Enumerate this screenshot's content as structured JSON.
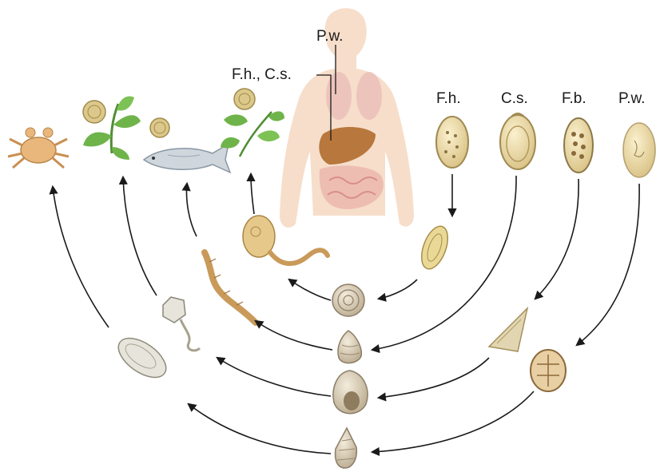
{
  "labels": {
    "human_top": "P.w.",
    "human_liver": "F.h., C.s.",
    "egg_fh": "F.h.",
    "egg_cs": "C.s.",
    "egg_fb": "F.b.",
    "egg_pw": "P.w."
  },
  "hosts": {
    "second_intermediate": [
      "crab-icon",
      "water-plant-icon",
      "fish-icon",
      "watercress-icon"
    ],
    "first_intermediate": [
      "planorbid-snail-icon",
      "slender-snail-icon",
      "round-snail-icon",
      "turreted-snail-icon"
    ]
  },
  "colors": {
    "egg_yellow": "#e8d7a0",
    "worm_tan": "#c99a5a",
    "skin": "#f4d8c2",
    "liver": "#b8773c",
    "plant_green": "#6fb44a",
    "arrow": "#1a1a1a"
  }
}
